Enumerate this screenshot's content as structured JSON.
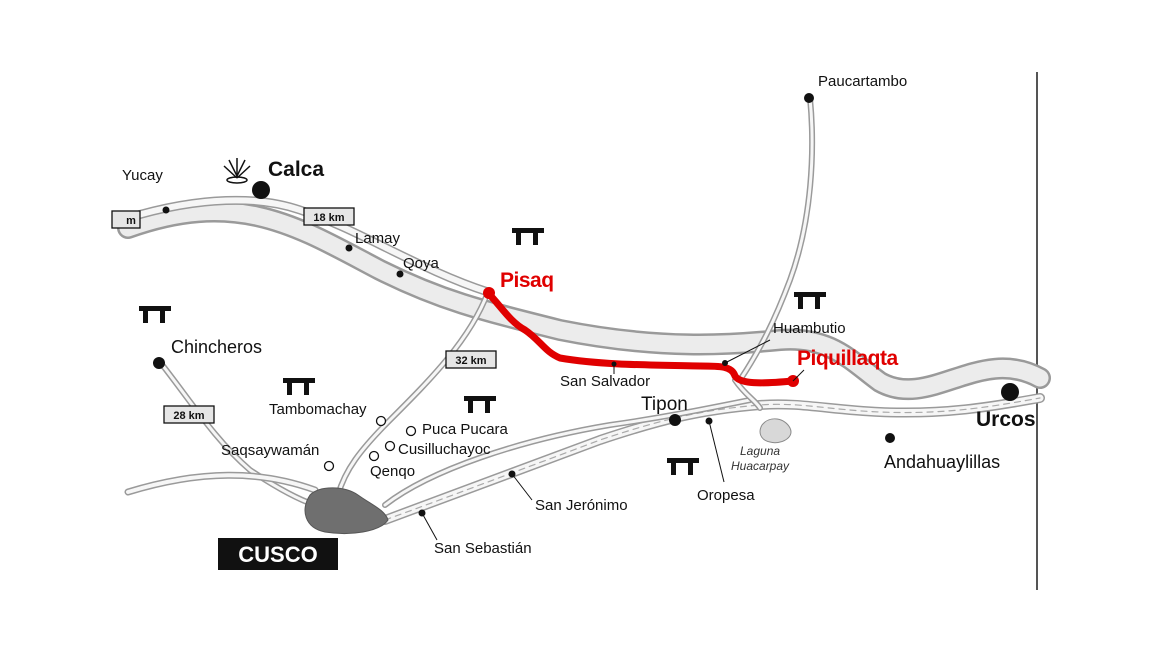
{
  "colors": {
    "route": "#e00000",
    "road_fill": "#ececec",
    "road_edge": "#9a9a9a",
    "city_blob": "#6f6f6f"
  },
  "places": {
    "paucartambo": "Paucartambo",
    "yucay": "Yucay",
    "calca": "Calca",
    "lamay": "Lamay",
    "qoya": "Qoya",
    "pisaq": "Pisaq",
    "huambutio": "Huambutio",
    "piquillaqta": "Piquillaqta",
    "chincheros": "Chincheros",
    "tambomachay": "Tambomachay",
    "puca_pucara": "Puca Pucara",
    "cusillucha": "Cusilluchayoc",
    "qenqo": "Qenqo",
    "saqsaywaman": "Saqsaywamán",
    "san_salvador": "San Salvador",
    "tipon": "Tipon",
    "laguna": "Laguna",
    "huacarpay": "Huacarpay",
    "oropesa": "Oropesa",
    "san_jeronimo": "San Jerónimo",
    "san_sebastian": "San Sebastián",
    "cusco": "CUSCO",
    "urcos": "Urcos",
    "andahuaylillas": "Andahuaylillas"
  },
  "distances": {
    "d18": "18 km",
    "d32": "32 km",
    "d28": "28 km",
    "d_left": "m"
  },
  "icons": [
    "ruins-icon",
    "plant-icon"
  ]
}
